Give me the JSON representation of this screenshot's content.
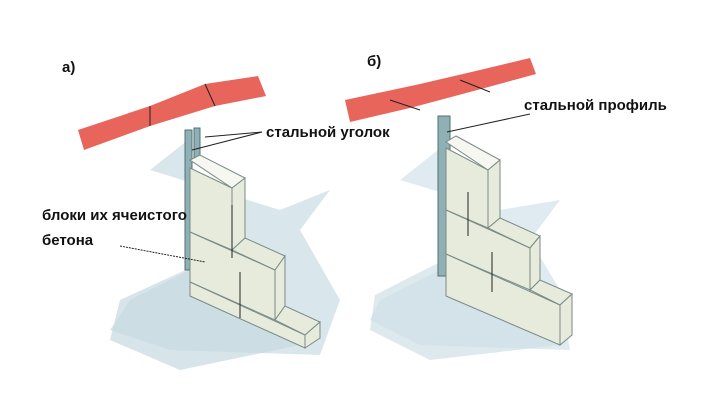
{
  "figure_a": {
    "label": "а)",
    "steel_angle_label": "стальной уголок",
    "blocks_label_line1": "блоки их ячеистого",
    "blocks_label_line2": "бетона"
  },
  "figure_b": {
    "label": "б)",
    "steel_profile_label": "стальной профиль"
  },
  "colors": {
    "brick": "#e8655c",
    "shadow": "#b9d3dd",
    "block": "#e6ebdc",
    "steel": "#8fb0b4"
  }
}
